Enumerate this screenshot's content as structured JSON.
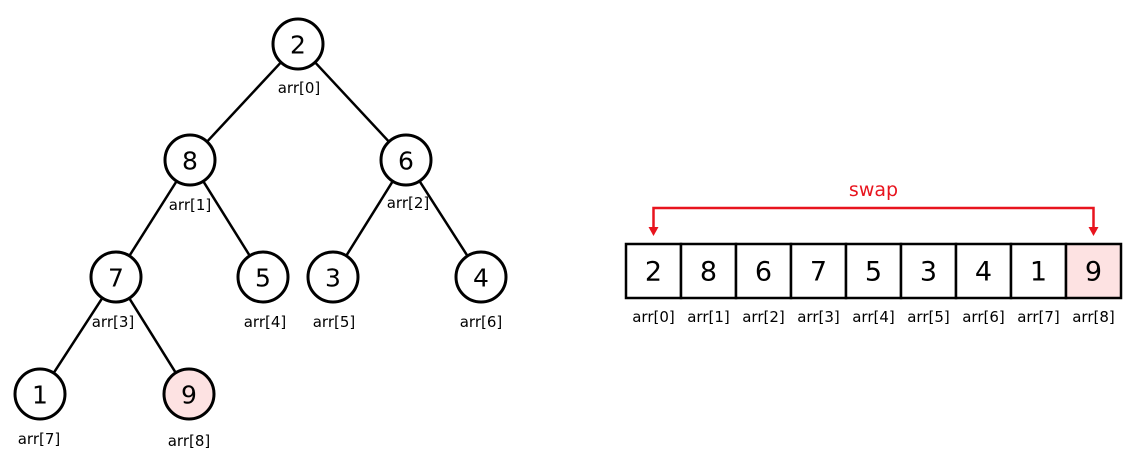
{
  "tree": {
    "nodes": [
      {
        "value": "2",
        "label": "arr[0]",
        "highlight": false
      },
      {
        "value": "8",
        "label": "arr[1]",
        "highlight": false
      },
      {
        "value": "6",
        "label": "arr[2]",
        "highlight": false
      },
      {
        "value": "7",
        "label": "arr[3]",
        "highlight": false
      },
      {
        "value": "5",
        "label": "arr[4]",
        "highlight": false
      },
      {
        "value": "3",
        "label": "arr[5]",
        "highlight": false
      },
      {
        "value": "4",
        "label": "arr[6]",
        "highlight": false
      },
      {
        "value": "1",
        "label": "arr[7]",
        "highlight": false
      },
      {
        "value": "9",
        "label": "arr[8]",
        "highlight": true
      }
    ],
    "edges": [
      [
        0,
        1
      ],
      [
        0,
        2
      ],
      [
        1,
        3
      ],
      [
        1,
        4
      ],
      [
        2,
        5
      ],
      [
        2,
        6
      ],
      [
        3,
        7
      ],
      [
        3,
        8
      ]
    ]
  },
  "array": {
    "cells": [
      {
        "value": "2",
        "label": "arr[0]",
        "highlight": false
      },
      {
        "value": "8",
        "label": "arr[1]",
        "highlight": false
      },
      {
        "value": "6",
        "label": "arr[2]",
        "highlight": false
      },
      {
        "value": "7",
        "label": "arr[3]",
        "highlight": false
      },
      {
        "value": "5",
        "label": "arr[4]",
        "highlight": false
      },
      {
        "value": "3",
        "label": "arr[5]",
        "highlight": false
      },
      {
        "value": "4",
        "label": "arr[6]",
        "highlight": false
      },
      {
        "value": "1",
        "label": "arr[7]",
        "highlight": false
      },
      {
        "value": "9",
        "label": "arr[8]",
        "highlight": true
      }
    ]
  },
  "swap": {
    "label": "swap",
    "from_index": 0,
    "to_index": 8,
    "color": "#e8141e"
  },
  "colors": {
    "highlight_fill": "#fde2e2",
    "stroke": "#000000"
  }
}
